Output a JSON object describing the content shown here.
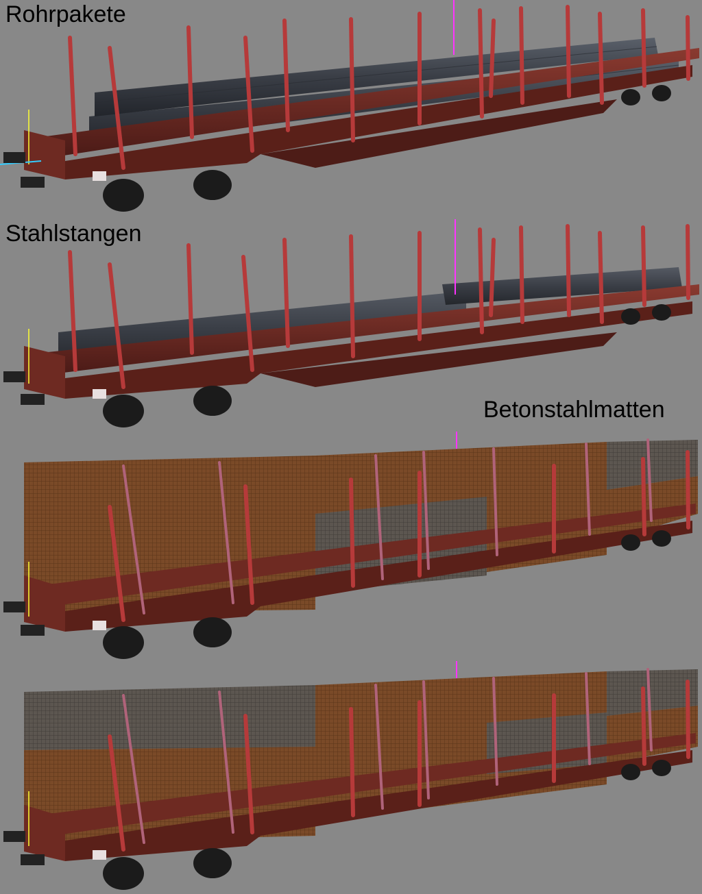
{
  "labels": {
    "rohrpakete": "Rohrpakete",
    "stahlstangen": "Stahlstangen",
    "betonstahlmatten": "Betonstahlmatten"
  },
  "wagons": [
    {
      "name": "wagon-rohrpakete",
      "load": "pipe-bundles"
    },
    {
      "name": "wagon-stahlstangen",
      "load": "steel-bars"
    },
    {
      "name": "wagon-betonstahlmatten-1",
      "load": "rebar-mesh"
    },
    {
      "name": "wagon-betonstahlmatten-2",
      "load": "rebar-mesh"
    }
  ],
  "colors": {
    "background": "#888888",
    "wagon_body": "#6e2a22",
    "wagon_dark": "#4a1a16",
    "stake": "#b63a3a",
    "pipe": "#3c4048",
    "mesh_orange": "#7a4a28",
    "mesh_grey": "#5c5650"
  }
}
